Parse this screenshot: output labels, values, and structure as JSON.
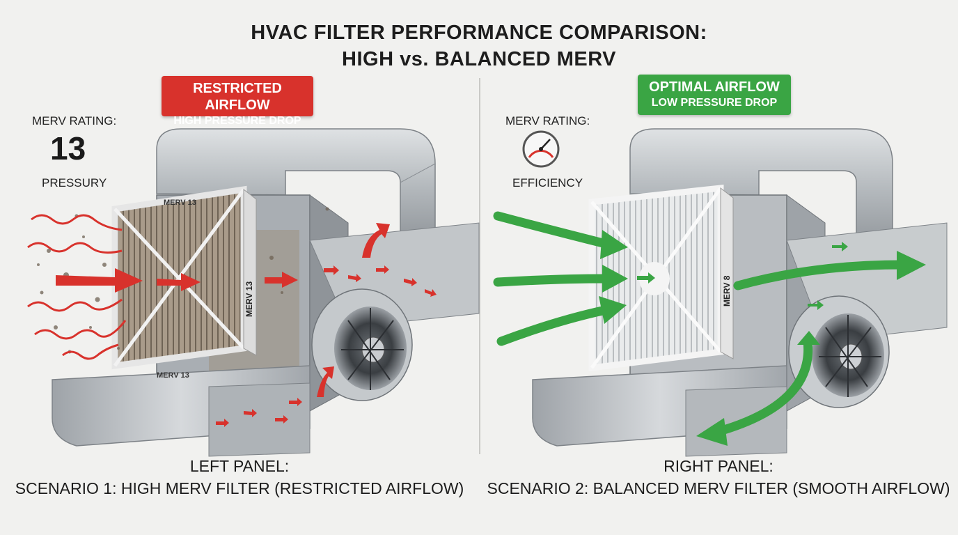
{
  "title": {
    "line1": "HVAC FILTER PERFORMANCE COMPARISON:",
    "line2": "HIGH vs. BALANCED MERV"
  },
  "left_panel": {
    "badge_line1": "RESTRICTED AIRFLOW",
    "badge_line2": "HIGH PRESSURE DROP",
    "badge_color": "#d8322c",
    "merv_label": "MERV RATING:",
    "merv_value": "13",
    "sub_label": "PRESSURY",
    "filter_front_label": "MERV 13",
    "filter_side_label": "MERV 13",
    "filter_bottom_label": "MERV 13",
    "caption_line1": "LEFT PANEL:",
    "caption_line2": "SCENARIO 1: HIGH MERV FILTER (RESTRICTED AIRFLOW)"
  },
  "right_panel": {
    "badge_line1": "OPTIMAL AIRFLOW",
    "badge_line2": "LOW PRESSURE DROP",
    "badge_color": "#3aa544",
    "merv_label": "MERV RATING:",
    "gauge_icon": "pressure-gauge-icon",
    "sub_label": "EFFICIENCY",
    "filter_side_label": "MERV 8",
    "caption_line1": "RIGHT PANEL:",
    "caption_line2": "SCENARIO 2: BALANCED MERV FILTER (SMOOTH AIRFLOW)"
  },
  "colors": {
    "restricted_arrow": "#d8322c",
    "smooth_arrow": "#3aa544",
    "metal": "#b8bcc0"
  }
}
